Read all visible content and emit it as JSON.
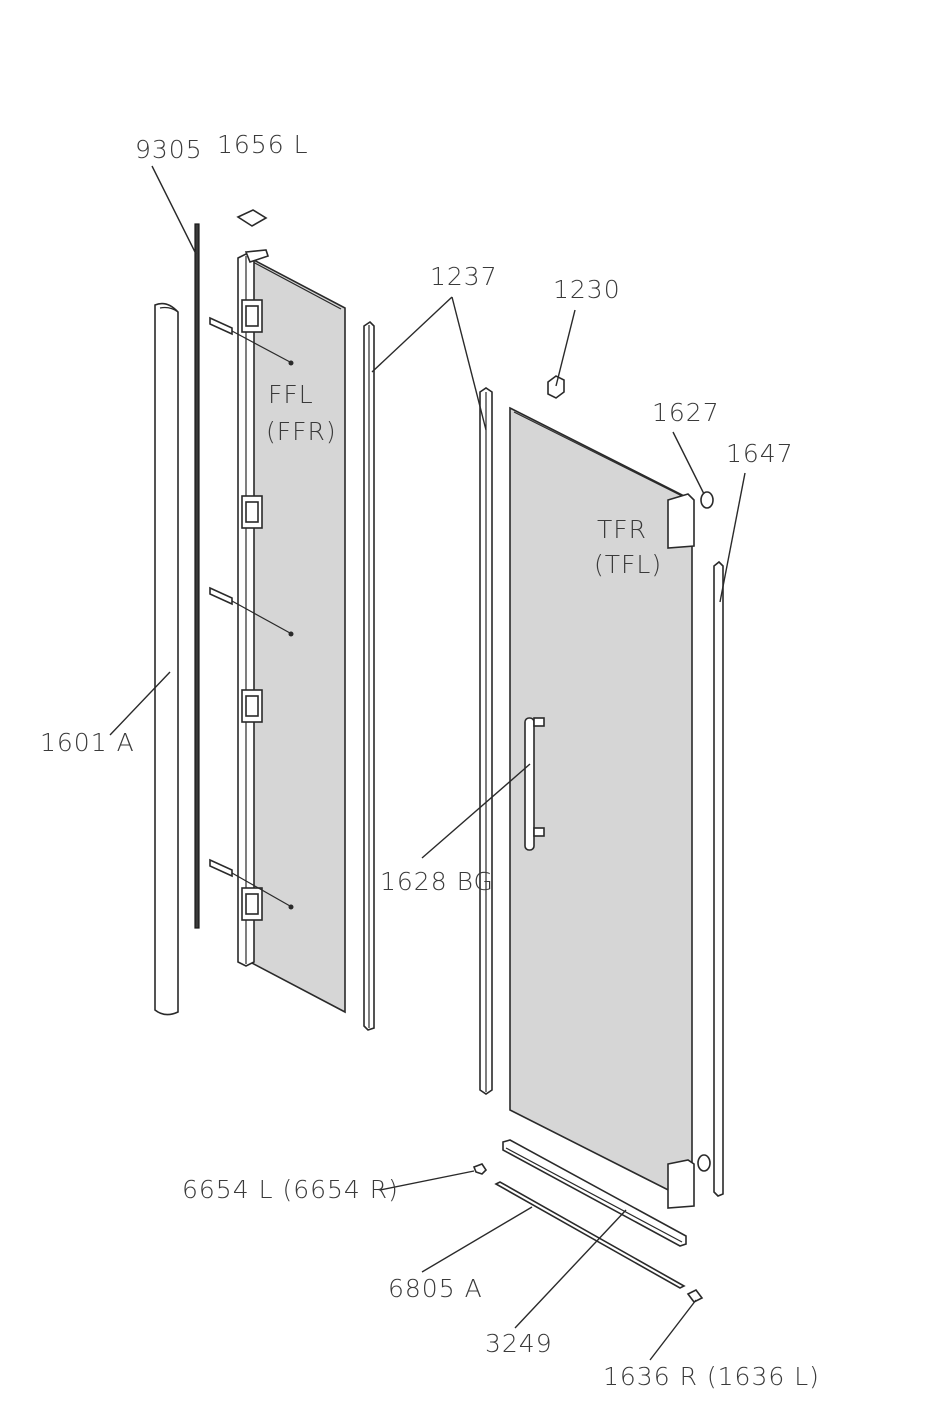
{
  "labels": {
    "part_9305": "9305",
    "part_1656": "1656 L",
    "part_1237": "1237",
    "part_1230": "1230",
    "part_1627": "1627",
    "part_1647": "1647",
    "panel_fixed": "FFL",
    "panel_fixed_alt": "(FFR)",
    "panel_door": "TFR",
    "panel_door_alt": "(TFL)",
    "part_1601": "1601 A",
    "part_1628": "1628 BG",
    "part_6654": "6654 L (6654 R)",
    "part_6805": "6805 A",
    "part_3249": "3249",
    "part_1636": "1636 R (1636 L)"
  },
  "colors": {
    "glass": "#d6d6d6",
    "line": "#2a2a2a",
    "text": "#3a3a3a"
  }
}
